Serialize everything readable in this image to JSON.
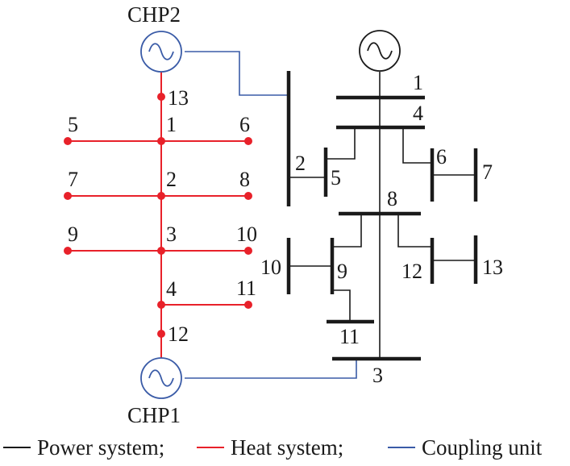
{
  "labels": {
    "chp2": "CHP2",
    "chp1": "CHP1"
  },
  "heat_system": {
    "nodes": {
      "n13": "13",
      "n1": "1",
      "n2": "2",
      "n3": "3",
      "n4": "4",
      "n12": "12",
      "n5": "5",
      "n6": "6",
      "n7": "7",
      "n8": "8",
      "n9": "9",
      "n10": "10",
      "n11": "11"
    }
  },
  "power_system": {
    "buses": {
      "b1": "1",
      "b2": "2",
      "b3": "3",
      "b4": "4",
      "b5": "5",
      "b6": "6",
      "b7": "7",
      "b8": "8",
      "b9": "9",
      "b10": "10",
      "b11": "11",
      "b12": "12",
      "b13": "13"
    }
  },
  "legend": {
    "power": "Power system;",
    "heat": "Heat system;",
    "coupling": "Coupling unit"
  },
  "colors": {
    "power": "#1a1a1a",
    "heat": "#e8212a",
    "coupling": "#3a5ba7"
  },
  "icons": {
    "generator": "generator-sine-icon"
  }
}
